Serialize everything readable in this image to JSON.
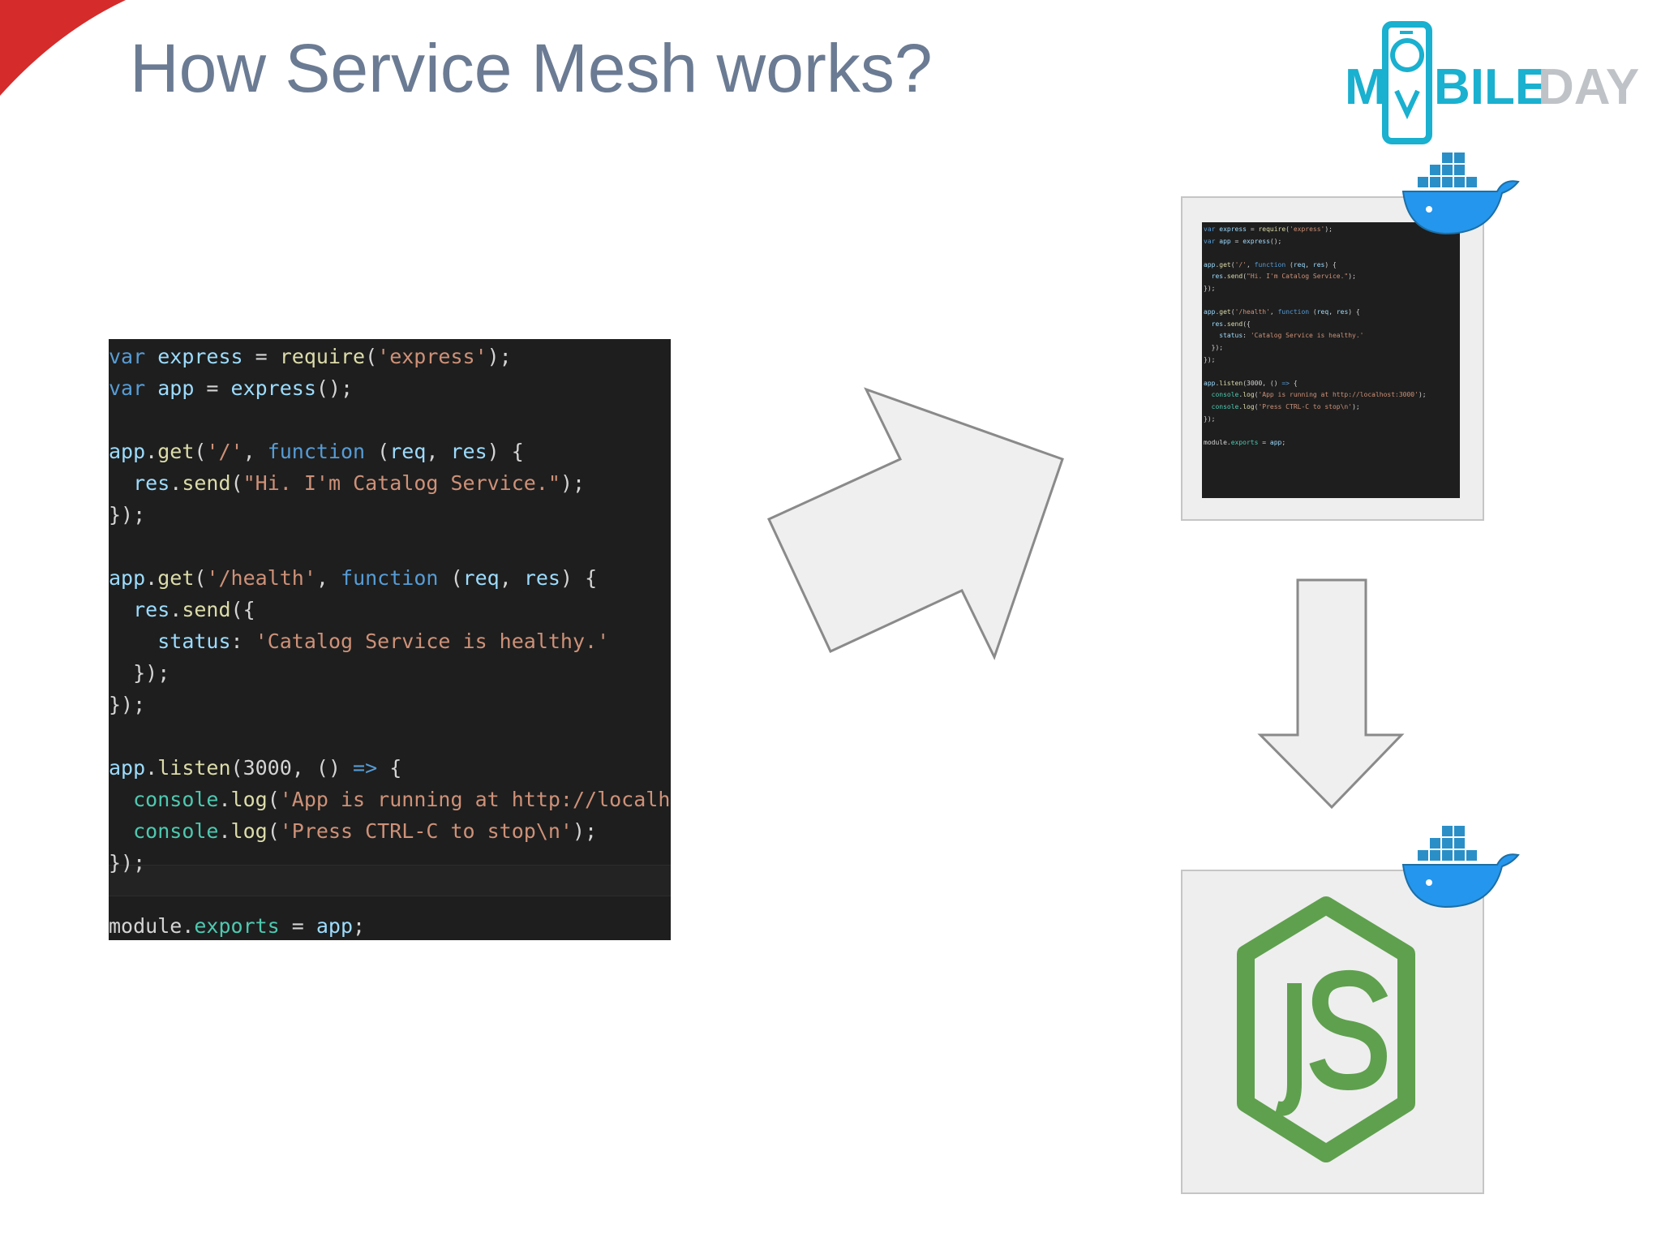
{
  "slide": {
    "title": "How Service Mesh works?",
    "accent_color": "#d62b2b",
    "title_color": "#6b7b93"
  },
  "logo": {
    "brand_part1": "M",
    "brand_part2": "BILE",
    "brand_part3": "DAY",
    "primary_color": "#1ab0cf",
    "secondary_color": "#bfc3c8"
  },
  "code_snippet": {
    "lines": [
      "var express = require('express');",
      "var app = express();",
      "",
      "app.get('/', function (req, res) {",
      "  res.send(\"Hi. I'm Catalog Service.\");",
      "});",
      "",
      "app.get('/health', function (req, res) {",
      "  res.send({",
      "    status: 'Catalog Service is healthy.'",
      "  });",
      "});",
      "",
      "app.listen(3000, () => {",
      "  console.log('App is running at http://localhost:3000');",
      "  console.log('Press CTRL-C to stop\\n');",
      "});",
      "",
      "module.exports = app;"
    ]
  },
  "icons": {
    "docker_top": "docker-whale-icon",
    "docker_bottom": "docker-whale-icon",
    "nodejs": "nodejs-logo-icon",
    "arrow_right": "arrow-up-right-icon",
    "arrow_down": "arrow-down-icon"
  }
}
